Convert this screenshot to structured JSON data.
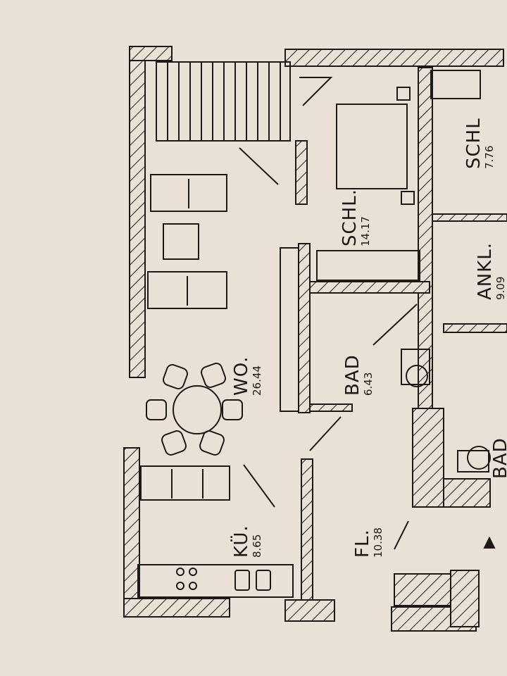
{
  "rooms": [
    {
      "name": "SCHL.",
      "area": "14.17"
    },
    {
      "name": "SCHL",
      "area": "7.76"
    },
    {
      "name": "ANKL.",
      "area": "9.09"
    },
    {
      "name": "BAD",
      "area": "6.43"
    },
    {
      "name": "WO.",
      "area": "26.44"
    },
    {
      "name": "KÜ.",
      "area": "8.65"
    },
    {
      "name": "FL.",
      "area": "10.38"
    },
    {
      "name": "BAD",
      "area": ""
    }
  ],
  "colors": {
    "paper": "#e9e1d6",
    "ink": "#1c1a18"
  }
}
